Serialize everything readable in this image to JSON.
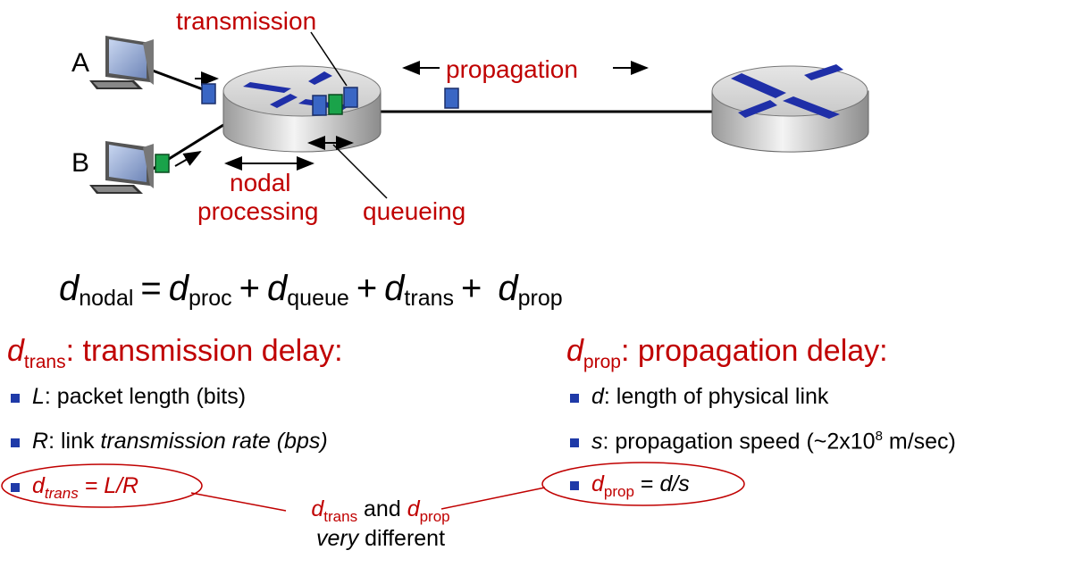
{
  "labels": {
    "transmission": "transmission",
    "propagation": "propagation",
    "nodal": "nodal",
    "processing": "processing",
    "queueing": "queueing",
    "host_a": "A",
    "host_b": "B"
  },
  "formula": {
    "d": "d",
    "nodal": "nodal",
    "eq": "=",
    "plus": "+",
    "proc": "proc",
    "queue": "queue",
    "trans": "trans",
    "prop": "prop"
  },
  "left": {
    "head_d": "d",
    "head_sub": "trans",
    "head_rest": ": transmission delay:",
    "b1_var": "L",
    "b1_text": ": packet length (bits)",
    "b2_var": "R",
    "b2_text_plain": ": link ",
    "b2_text_italic": "transmission rate (bps)",
    "b3_d": "d",
    "b3_sub": "trans",
    "b3_rest": " = L/R"
  },
  "right": {
    "head_d": "d",
    "head_sub": "prop",
    "head_rest": ": propagation delay:",
    "b1_var": "d",
    "b1_text": ": length of physical link",
    "b2_var": "s",
    "b2_text": ": propagation speed (~2x10",
    "b2_sup": "8",
    "b2_tail": " m/sec)",
    "b3_d": "d",
    "b3_sub": "prop",
    "b3_eq": " = ",
    "b3_rest": "d/s"
  },
  "note": {
    "d1": "d",
    "sub1": "trans",
    "and": " and ",
    "d2": "d",
    "sub2": "prop",
    "very": "very",
    "different": " different"
  },
  "colors": {
    "accent_red": "#c00000",
    "packet_blue": "#3a66c4",
    "packet_green": "#1aa34a",
    "router_arrow_blue": "#1f2fa8"
  }
}
